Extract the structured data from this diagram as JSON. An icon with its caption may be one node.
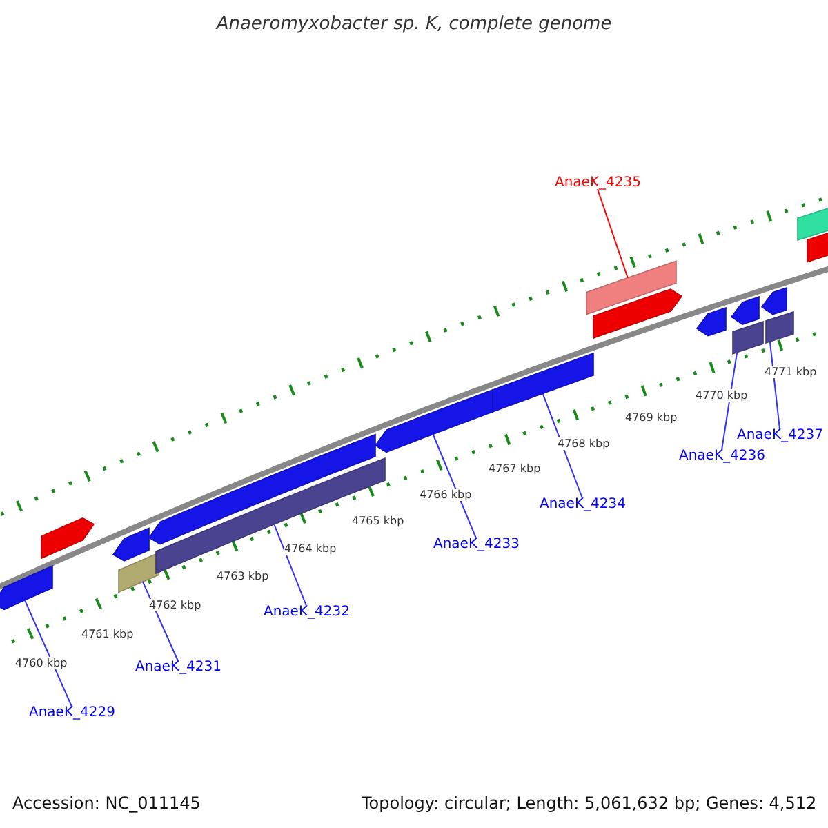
{
  "diagram": {
    "title": "Anaeromyxobacter sp. K, complete genome",
    "nodes": [
      {
        "text": [
          "AnaeK_4229"
        ]
      },
      {
        "text": [
          "AnaeK_4231"
        ]
      },
      {
        "text": [
          "AnaeK_4232"
        ]
      },
      {
        "text": [
          "AnaeK_4233"
        ]
      },
      {
        "text": [
          "AnaeK_4234"
        ]
      },
      {
        "text": [
          "AnaeK_4235"
        ]
      },
      {
        "text": [
          "AnaeK_4236"
        ]
      },
      {
        "text": [
          "AnaeK_4237"
        ]
      },
      {
        "text": [],
        "shape": "arrow"
      },
      {
        "text": [],
        "shape": "arrow"
      },
      {
        "text": [],
        "shape": "arrow"
      },
      {
        "text": [],
        "shape": "bar"
      },
      {
        "text": [],
        "shape": "arrow"
      },
      {
        "text": [],
        "shape": "bar"
      },
      {
        "text": [],
        "shape": "arrow"
      },
      {
        "text": [],
        "shape": "bar"
      },
      {
        "text": [],
        "shape": "bar"
      },
      {
        "text": [],
        "shape": "arrow"
      },
      {
        "text": [],
        "shape": "arrow"
      },
      {
        "text": [],
        "shape": "arrow"
      },
      {
        "text": [],
        "shape": "bar"
      },
      {
        "text": [],
        "shape": "arrow"
      },
      {
        "text": [],
        "shape": "bar"
      },
      {
        "text": [],
        "shape": "bar"
      },
      {
        "text": [],
        "shape": "bar"
      }
    ],
    "edges": [
      {
        "from": 0,
        "to": 8,
        "arrow": "none"
      },
      {
        "from": 1,
        "to": 11,
        "arrow": "none"
      },
      {
        "from": 2,
        "to": 13,
        "arrow": "none"
      },
      {
        "from": 3,
        "to": 14,
        "arrow": "none"
      },
      {
        "from": 4,
        "to": 15,
        "arrow": "none"
      },
      {
        "from": 5,
        "to": 16,
        "arrow": "none",
        "color": "#ff0000"
      },
      {
        "from": 6,
        "to": 20,
        "arrow": "none"
      },
      {
        "from": 7,
        "to": 22,
        "arrow": "none"
      }
    ],
    "labels": [
      "4771 kbp",
      "4770 kbp",
      "4769 kbp",
      "4768 kbp",
      "4767 kbp",
      "4766 kbp",
      "4765 kbp",
      "4764 kbp",
      "4763 kbp",
      "4762 kbp",
      "4761 kbp",
      "4760 kbp",
      "Accession: NC_011145",
      "Topology: circular; Length: 5,061,632 bp; Genes: 4,512"
    ]
  }
}
